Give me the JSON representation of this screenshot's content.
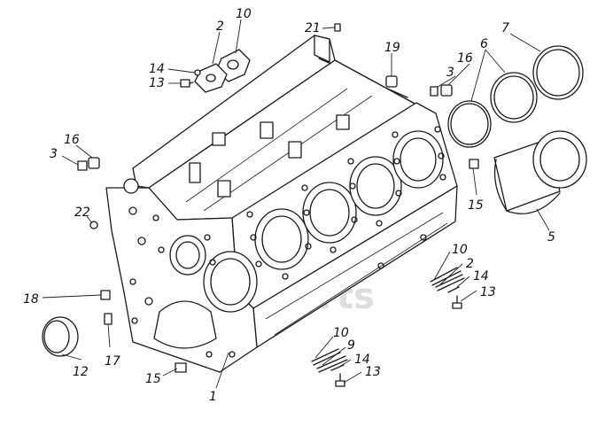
{
  "diagram": {
    "watermark": "ex-parts",
    "callouts": [
      {
        "id": "c10a",
        "text": "10"
      },
      {
        "id": "c2a",
        "text": "2"
      },
      {
        "id": "c14a",
        "text": "14"
      },
      {
        "id": "c13a",
        "text": "13"
      },
      {
        "id": "c21",
        "text": "21"
      },
      {
        "id": "c19",
        "text": "19"
      },
      {
        "id": "c16a",
        "text": "16"
      },
      {
        "id": "c3a",
        "text": "3"
      },
      {
        "id": "c6",
        "text": "6"
      },
      {
        "id": "c7",
        "text": "7"
      },
      {
        "id": "c16b",
        "text": "16"
      },
      {
        "id": "c3b",
        "text": "3"
      },
      {
        "id": "c15a",
        "text": "15"
      },
      {
        "id": "c5",
        "text": "5"
      },
      {
        "id": "c22",
        "text": "22"
      },
      {
        "id": "c10b",
        "text": "10"
      },
      {
        "id": "c2b",
        "text": "2"
      },
      {
        "id": "c14b",
        "text": "14"
      },
      {
        "id": "c13b",
        "text": "13"
      },
      {
        "id": "c18",
        "text": "18"
      },
      {
        "id": "c12",
        "text": "12"
      },
      {
        "id": "c17",
        "text": "17"
      },
      {
        "id": "c10c",
        "text": "10"
      },
      {
        "id": "c9",
        "text": "9"
      },
      {
        "id": "c14c",
        "text": "14"
      },
      {
        "id": "c13c",
        "text": "13"
      },
      {
        "id": "c15b",
        "text": "15"
      },
      {
        "id": "c1",
        "text": "1"
      }
    ]
  }
}
